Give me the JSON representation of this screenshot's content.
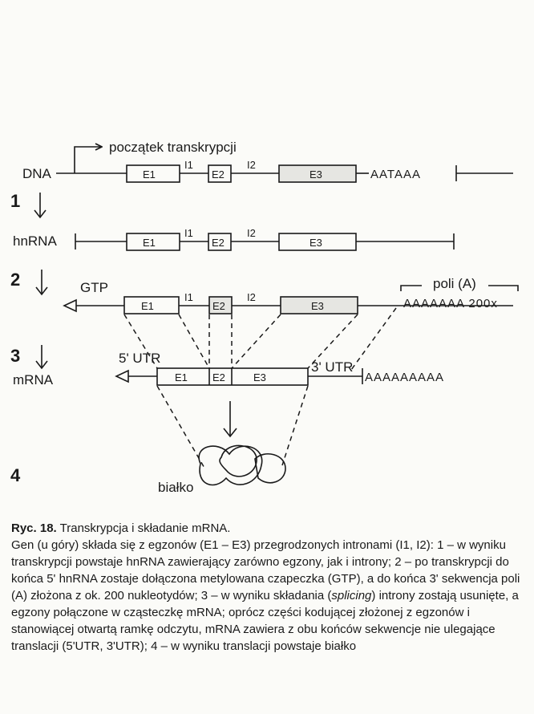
{
  "labels": {
    "dna": "DNA",
    "start": "początek transkrypcji",
    "hnrna": "hnRNA",
    "gtp": "GTP",
    "polia": "poli (A)",
    "polia_seq": "AAAAAAA 200x",
    "utr5": "5' UTR",
    "utr3": "3' UTR",
    "mrna": "mRNA",
    "protein": "białko",
    "aataaa": "AATAAA",
    "mrna_tail": "AAAAAAAAA"
  },
  "exons": [
    "E1",
    "E2",
    "E3"
  ],
  "introns": [
    "I1",
    "I2"
  ],
  "steps": [
    "1",
    "2",
    "3",
    "4"
  ],
  "caption": {
    "head": "Ryc. 18.",
    "title": "Transkrypcja i składanie mRNA.",
    "part1": "Gen (u góry) składa się z egzonów (E1 – E3) przegrodzonych intronami (I1, I2): 1 – w wyniku transkrypcji powstaje hnRNA zawierający zarówno egzony, jak i introny; 2 – po transkrypcji do końca 5' hnRNA zostaje dołączona metylowana czapeczka (GTP), a do końca 3' sekwencja poli (A) złożona z ok. 200 nukleotydów; 3 – w wyniku składania (",
    "splicing": "splicing",
    "part2": ") introny zostają usunięte, a egzony połączone w cząsteczkę mRNA; oprócz części kodującej złożonej z egzonów i stanowiącej otwartą ramkę odczytu, mRNA zawiera z obu końców sekwencje nie ulegające translacji (5'UTR, 3'UTR); 4 – w wyniku translacji powstaje białko"
  }
}
